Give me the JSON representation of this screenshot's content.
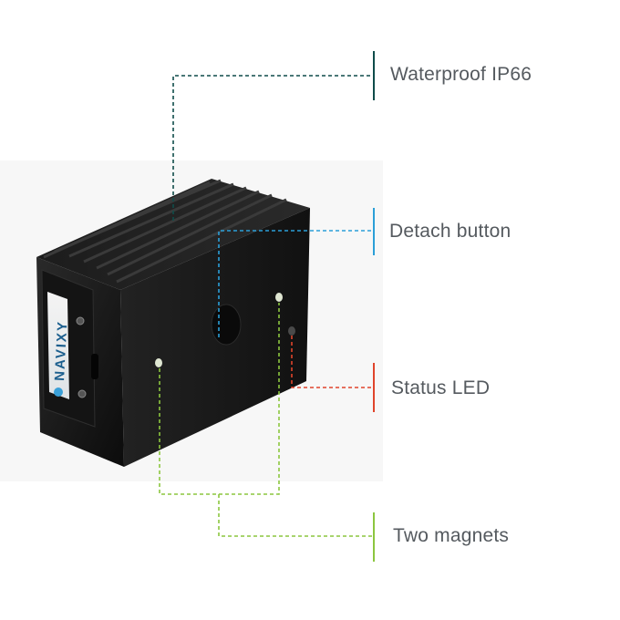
{
  "brand_label": "NAVIXY",
  "callouts": [
    {
      "id": "waterproof",
      "label": "Waterproof IP66",
      "color": "#0f4c4a"
    },
    {
      "id": "detach",
      "label": "Detach button",
      "color": "#2b9fd8"
    },
    {
      "id": "status",
      "label": "Status LED",
      "color": "#e0442b"
    },
    {
      "id": "magnets",
      "label": "Two magnets",
      "color": "#8cc63f"
    }
  ]
}
